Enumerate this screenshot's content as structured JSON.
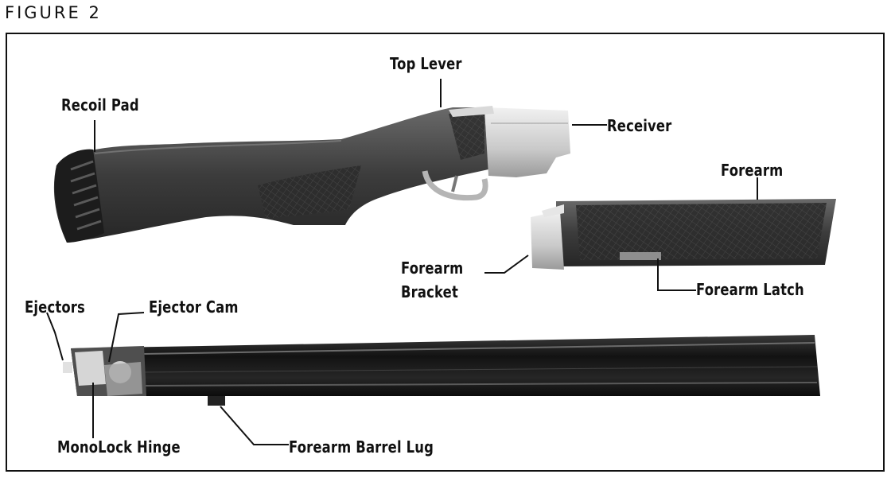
{
  "figure_title": "FIGURE 2",
  "labels": {
    "top_lever": "Top Lever",
    "recoil_pad": "Recoil Pad",
    "receiver": "Receiver",
    "forearm": "Forearm",
    "forearm_bracket_line1": "Forearm",
    "forearm_bracket_line2": "Bracket",
    "forearm_latch": "Forearm Latch",
    "ejectors": "Ejectors",
    "ejector_cam": "Ejector Cam",
    "monolock_hinge": "MonoLock Hinge",
    "forearm_barrel_lug": "Forearm Barrel Lug"
  }
}
